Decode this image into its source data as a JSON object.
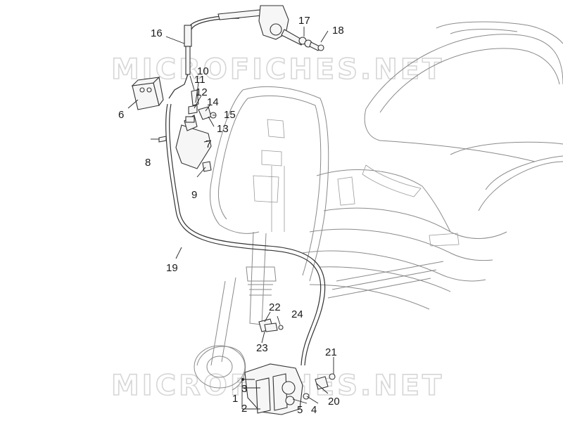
{
  "watermark": {
    "text": "MICROFICHES.NET"
  },
  "callouts": [
    {
      "id": "c1",
      "label": "1"
    },
    {
      "id": "c2",
      "label": "2"
    },
    {
      "id": "c3",
      "label": "3"
    },
    {
      "id": "c4",
      "label": "4"
    },
    {
      "id": "c5",
      "label": "5"
    },
    {
      "id": "c6",
      "label": "6"
    },
    {
      "id": "c7",
      "label": "7"
    },
    {
      "id": "c8",
      "label": "8"
    },
    {
      "id": "c9",
      "label": "9"
    },
    {
      "id": "c10",
      "label": "10"
    },
    {
      "id": "c11",
      "label": "11"
    },
    {
      "id": "c12",
      "label": "12"
    },
    {
      "id": "c13",
      "label": "13"
    },
    {
      "id": "c14",
      "label": "14"
    },
    {
      "id": "c15",
      "label": "15"
    },
    {
      "id": "c16",
      "label": "16"
    },
    {
      "id": "c17",
      "label": "17"
    },
    {
      "id": "c18",
      "label": "18"
    },
    {
      "id": "c19",
      "label": "19"
    },
    {
      "id": "c20",
      "label": "20"
    },
    {
      "id": "c21",
      "label": "21"
    },
    {
      "id": "c22",
      "label": "22"
    },
    {
      "id": "c23",
      "label": "23"
    },
    {
      "id": "c24",
      "label": "24"
    }
  ]
}
